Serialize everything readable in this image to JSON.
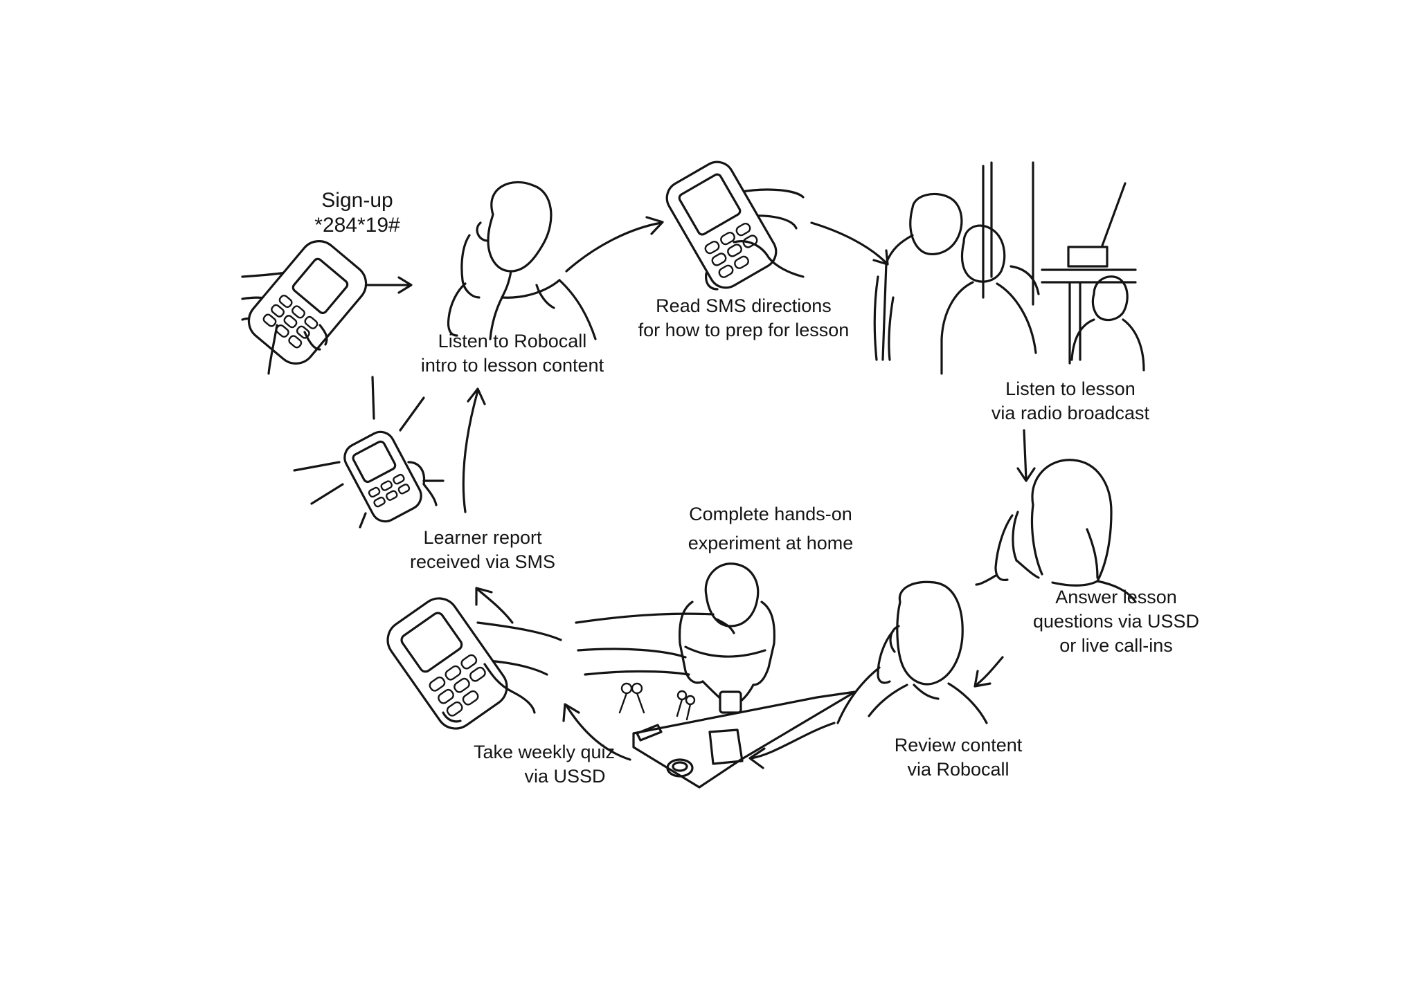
{
  "diagram": {
    "steps": [
      {
        "id": "signup",
        "lines": [
          "Sign-up",
          "*284*19#"
        ]
      },
      {
        "id": "robocall-intro",
        "lines": [
          "Listen to Robocall",
          "intro to lesson content"
        ]
      },
      {
        "id": "sms-directions",
        "lines": [
          "Read SMS directions",
          "for how to prep for lesson"
        ]
      },
      {
        "id": "radio-lesson",
        "lines": [
          "Listen to lesson",
          "via radio broadcast"
        ]
      },
      {
        "id": "answer-questions",
        "lines": [
          "Answer lesson",
          "questions via USSD",
          "or live call-ins"
        ]
      },
      {
        "id": "review-content",
        "lines": [
          "Review content",
          "via Robocall"
        ]
      },
      {
        "id": "experiment",
        "lines": [
          "Complete hands-on",
          "experiment at home"
        ]
      },
      {
        "id": "weekly-quiz",
        "lines": [
          "Take weekly quiz",
          "via USSD"
        ]
      },
      {
        "id": "learner-report",
        "lines": [
          "Learner report",
          "received via SMS"
        ]
      }
    ],
    "ink_color": "#141414",
    "background": "#ffffff"
  }
}
